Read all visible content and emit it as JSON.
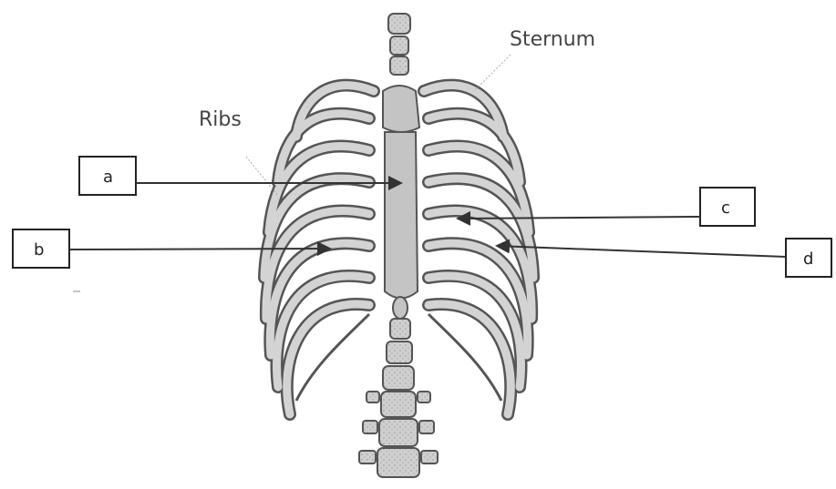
{
  "labels": {
    "sternum": "Sternum",
    "ribs": "Ribs"
  },
  "boxes": {
    "a": "a",
    "b": "b",
    "c": "c",
    "d": "d"
  },
  "colors": {
    "bone_fill": "#c8c8c8",
    "bone_stroke": "#555555",
    "line": "#333333"
  }
}
